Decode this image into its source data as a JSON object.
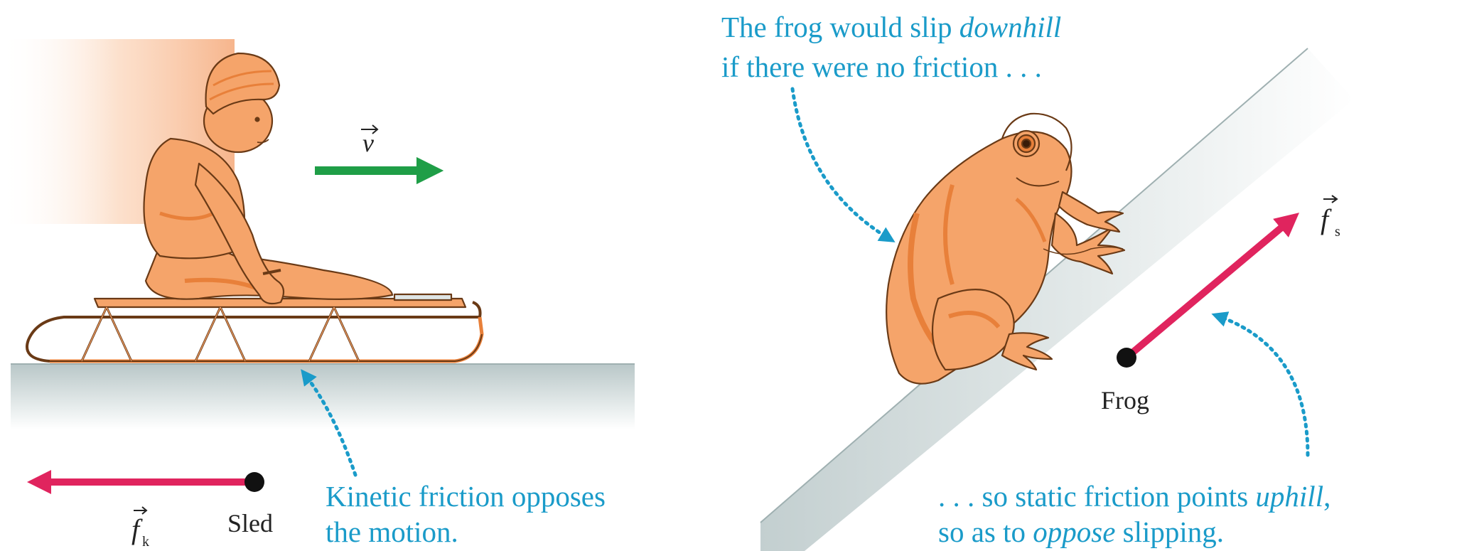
{
  "colors": {
    "callout_text": "#1a9bc9",
    "callout_dots": "#1a9bc9",
    "velocity_arrow": "#1f9e47",
    "force_arrow": "#e0245e",
    "label_text": "#222222",
    "ground_top": "#c6d2d3",
    "ground_bottom": "#ffffff",
    "figure_fill": "#f5a46a",
    "figure_shade": "#e8803a",
    "outline": "#6a3a16"
  },
  "icons": {
    "sled_scene": "child-on-sled-icon",
    "frog_scene": "frog-icon"
  },
  "sled_panel": {
    "velocity_label": "v",
    "force_label": "f",
    "force_subscript": "k",
    "body_label": "Sled",
    "callout": {
      "line1": "Kinetic friction opposes",
      "line2": "the motion."
    }
  },
  "frog_panel": {
    "top_callout": {
      "line1_prefix": "The frog would slip ",
      "line1_emph": "downhill",
      "line2": "if there were no friction . . ."
    },
    "force_label": "f",
    "force_subscript": "s",
    "body_label": "Frog",
    "bottom_callout": {
      "line1_prefix": ". . . so static friction points ",
      "line1_emph": "uphill",
      "line1_suffix": ",",
      "line2_prefix": "so as to ",
      "line2_emph": "oppose",
      "line2_suffix": " slipping."
    }
  }
}
